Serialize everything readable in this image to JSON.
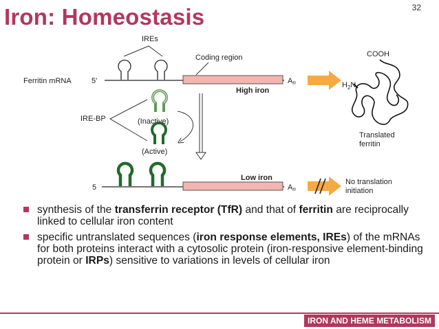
{
  "slide": {
    "title": "Iron: Homeostasis",
    "number": "32",
    "footer": "IRON AND HEME METABOLISM"
  },
  "diagram": {
    "ires_label": "IREs",
    "coding_region_label": "Coding region",
    "ferritin_mrna_label": "Ferritin mRNA",
    "five_prime": "5'",
    "five_lower": "5",
    "poly_a": "A",
    "poly_a_sub": "n",
    "high_iron": "High iron",
    "low_iron": "Low iron",
    "ire_bp": "IRE-BP",
    "inactive": "(Inactive)",
    "active": "(Active)",
    "cooh": "COOH",
    "h2n_h": "H",
    "h2n_2": "2",
    "h2n_n": "N",
    "translated_line1": "Translated",
    "translated_line2": "ferritin",
    "no_translation_line1": "No translation",
    "no_translation_line2": "initiation"
  },
  "bullets": [
    {
      "segments": [
        {
          "text": "synthesis of the ",
          "bold": false
        },
        {
          "text": "transferrin receptor (TfR)",
          "bold": true
        },
        {
          "text": " and that of ",
          "bold": false
        },
        {
          "text": "ferritin",
          "bold": true
        },
        {
          "text": " are reciprocally linked to cellular iron content",
          "bold": false
        }
      ]
    },
    {
      "segments": [
        {
          "text": "specific untranslated sequences (",
          "bold": false
        },
        {
          "text": "iron response elements, IREs",
          "bold": true
        },
        {
          "text": ") of the mRNAs for both proteins interact with a cytosolic protein (iron-responsive element-binding protein or ",
          "bold": false
        },
        {
          "text": "IRPs",
          "bold": true
        },
        {
          "text": ") sensitive to variations in levels of cellular iron",
          "bold": false
        }
      ]
    }
  ],
  "colors": {
    "accent": "#b2375c",
    "coding_fill": "#f3b5b0",
    "arrow": "#f5a945",
    "ire_light": "#5f9a5c",
    "ire_dark": "#1f6b2a"
  }
}
